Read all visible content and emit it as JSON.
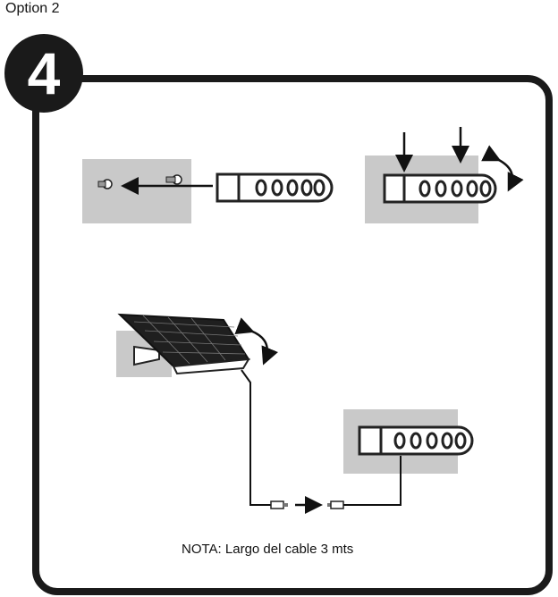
{
  "header": {
    "option_label": "Option 2"
  },
  "step": {
    "number": "4"
  },
  "note": {
    "text": "NOTA: Largo del cable 3 mts"
  },
  "colors": {
    "frame": "#1a1a1a",
    "wall": "#c9c9c9",
    "accent": "#111111"
  }
}
